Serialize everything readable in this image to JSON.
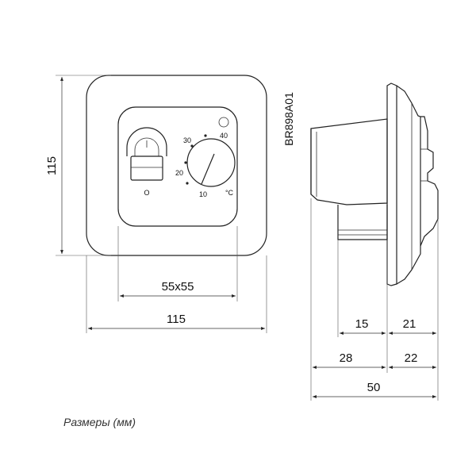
{
  "model_code": "BR898A01",
  "front_view": {
    "height_label": "115",
    "inner_label": "55x55",
    "width_label": "115",
    "switch_off_label": "O",
    "dial_scale": [
      "10",
      "20",
      "30",
      "40"
    ],
    "unit_label": "°C"
  },
  "side_view": {
    "dims_row1": [
      "15",
      "21"
    ],
    "dims_row2": [
      "28",
      "22"
    ],
    "dims_total": "50"
  },
  "caption": "Размеры (мм)",
  "colors": {
    "line": "#222222",
    "background": "#ffffff"
  }
}
